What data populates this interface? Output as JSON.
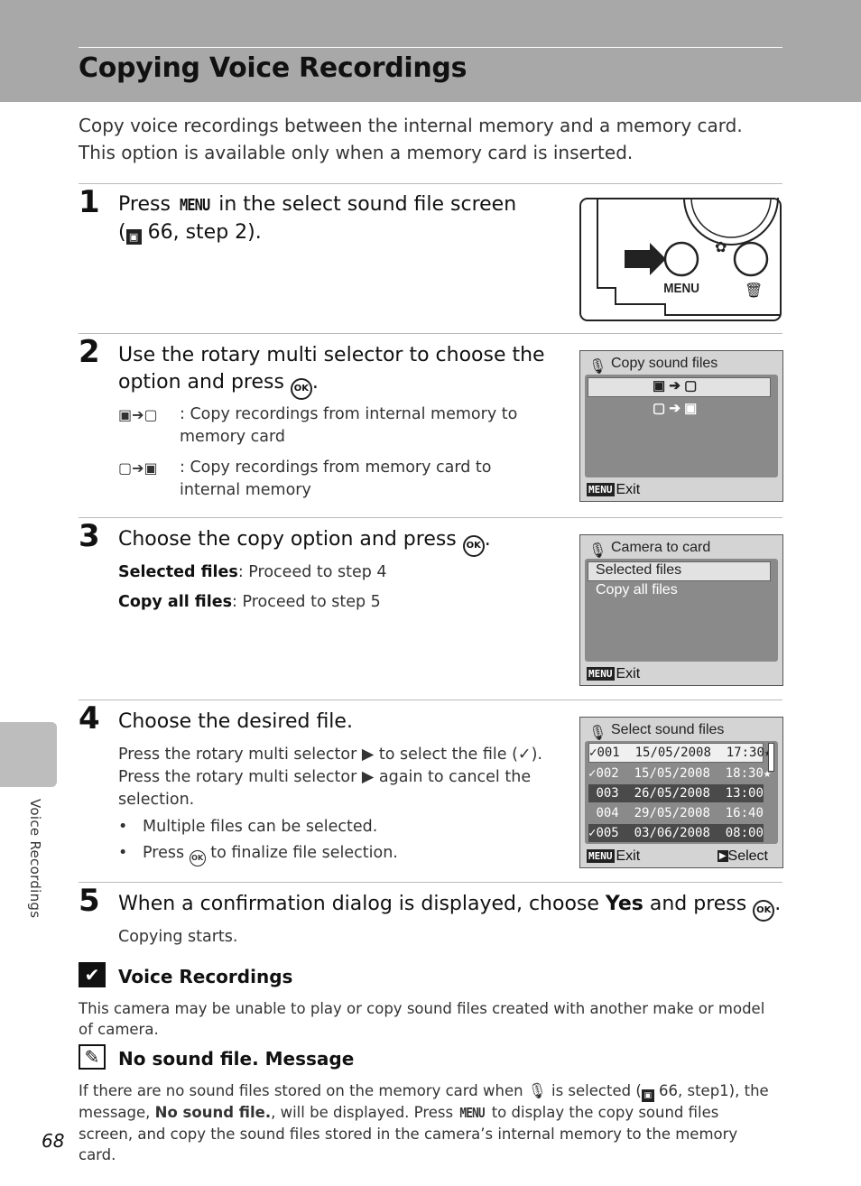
{
  "header": {
    "title": "Copying Voice Recordings"
  },
  "intro": "Copy voice recordings between the internal memory and a memory card. This option is available only when a memory card is inserted.",
  "steps": {
    "s1": {
      "num": "1",
      "pre": "Press ",
      "menu": "MENU",
      "post": " in the select sound file screen",
      "ref": " 66, step 2).",
      "refopen": "("
    },
    "s2": {
      "num": "2",
      "title": "Use the rotary multi selector to choose the option and press ",
      "ok": "OK",
      "dot": ".",
      "opt1": ": Copy recordings from internal memory to memory card",
      "opt2": ": Copy recordings from memory card to internal memory"
    },
    "s3": {
      "num": "3",
      "title": "Choose the copy option and press ",
      "ok": "OK",
      "dot": ".",
      "a_label": "Selected files",
      "a_text": ":   Proceed to step 4",
      "b_label": "Copy all files",
      "b_text": ":   Proceed to step 5"
    },
    "s4": {
      "num": "4",
      "title": "Choose the desired file.",
      "p1": "Press the rotary multi selector ",
      "p1b": " to select the file (",
      "p1c": ").",
      "p2": "Press the rotary multi selector ",
      "p2b": " again to cancel the selection.",
      "bullet1": "Multiple files can be selected.",
      "bullet2a": "Press ",
      "bullet2b": " to finalize file selection."
    },
    "s5": {
      "num": "5",
      "pre": "When a confirmation dialog is displayed, choose ",
      "yes": "Yes",
      "post": " and press ",
      "dot": ".",
      "body": "Copying starts."
    }
  },
  "screens": {
    "camera": {
      "menu_label": "MENU"
    },
    "copy": {
      "title": "Copy sound files",
      "exit": "Exit",
      "menu": "MENU"
    },
    "card": {
      "title": "Camera to card",
      "opt1": "Selected files",
      "opt2": "Copy all files",
      "exit": "Exit",
      "menu": "MENU"
    },
    "select": {
      "title": "Select sound files",
      "exit": "Exit",
      "menu": "MENU",
      "select": "Select",
      "rows": [
        {
          "n": "001",
          "d": "15/05/2008",
          "t": "17:30",
          "check": "✓",
          "star": "★"
        },
        {
          "n": "002",
          "d": "15/05/2008",
          "t": "18:30",
          "check": "✓",
          "star": "★"
        },
        {
          "n": "003",
          "d": "26/05/2008",
          "t": "13:00",
          "check": "",
          "star": ""
        },
        {
          "n": "004",
          "d": "29/05/2008",
          "t": "16:40",
          "check": "",
          "star": ""
        },
        {
          "n": "005",
          "d": "03/06/2008",
          "t": "08:00",
          "check": "✓",
          "star": ""
        }
      ]
    }
  },
  "notes": {
    "n1": {
      "title": "Voice Recordings",
      "body": "This camera may be unable to play or copy sound files created with another make or model of camera."
    },
    "n2": {
      "title": "No sound file. Message",
      "a": "If there are no sound files stored on the memory card when ",
      "b": " is selected (",
      "c": " 66, step1), the message, ",
      "bold": "No sound file.",
      "d": ", will be displayed. Press ",
      "menu": "MENU",
      "e": " to display the copy sound files screen, and copy the sound files stored in the camera’s internal memory to the memory card."
    }
  },
  "side": {
    "label": "Voice Recordings",
    "page": "68"
  }
}
